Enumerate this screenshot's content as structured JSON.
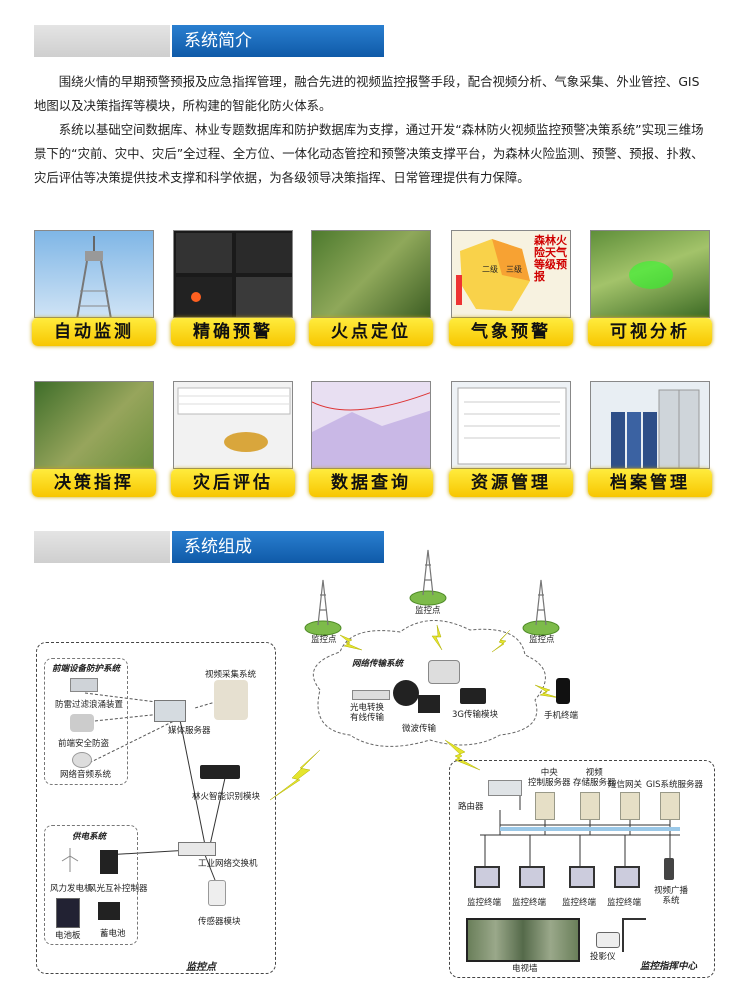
{
  "section1": {
    "title": "系统简介"
  },
  "intro": {
    "p1": "围绕火情的早期预警预报及应急指挥管理，融合先进的视频监控报警手段，配合视频分析、气象采集、外业管控、GIS地图以及决策指挥等模块，所构建的智能化防火体系。",
    "p2": "系统以基础空间数据库、林业专题数据库和防护数据库为支撑，通过开发“森林防火视频监控预警决策系统”实现三维场景下的“灾前、灾中、灾后”全过程、全方位、一体化动态管控和预警决策支撑平台，为森林火险监测、预警、预报、扑救、灾后评估等决策提供技术支撑和科学依据，为各级领导决策指挥、日常管理提供有力保障。"
  },
  "features_row1": [
    "自动监测",
    "精确预警",
    "火点定位",
    "气象预警",
    "可视分析"
  ],
  "features_row2": [
    "决策指挥",
    "灾后评估",
    "数据查询",
    "资源管理",
    "档案管理"
  ],
  "weather_map": {
    "text": "森林火险天气等级预报",
    "zone_a": "二级",
    "zone_b": "三级"
  },
  "section2": {
    "title": "系统组成"
  },
  "diagram": {
    "frontend_system": "前端设备防护系统",
    "lightning": "防雷过滤浪涌装置",
    "front_security": "前端安全防盗",
    "audio": "网络音频系统",
    "video_collect": "视频采集系统",
    "media_server": "媒体服务器",
    "fire_ai": "林火智能识别模块",
    "industrial_switch": "工业网络交换机",
    "sensor": "传感器模块",
    "power_system": "供电系统",
    "wind_gen": "风力发电机",
    "wind_solar_ctrl": "风光互补控制器",
    "solar_panel": "电池板",
    "battery": "蓄电池",
    "monitor_point": "监控点",
    "monitor_point_1": "监控点",
    "monitor_point_2": "监控点",
    "monitor_point_3": "监控点",
    "network_system": "网络传输系统",
    "fiber": "光电转换\n有线传输",
    "wireless": "微波传输",
    "g3": "3G传输模块",
    "mobile": "手机终端",
    "router": "路由器",
    "central_server": "中央\n控制服务器",
    "video_storage": "视频\n存储服务器",
    "sms_gateway": "短信网关",
    "gis_server": "GIS系统服务器",
    "terminal": "监控终端",
    "broadcast": "视频广播\n系统",
    "video_wall": "电视墙",
    "projector": "投影仪",
    "command_center": "监控指挥中心"
  }
}
